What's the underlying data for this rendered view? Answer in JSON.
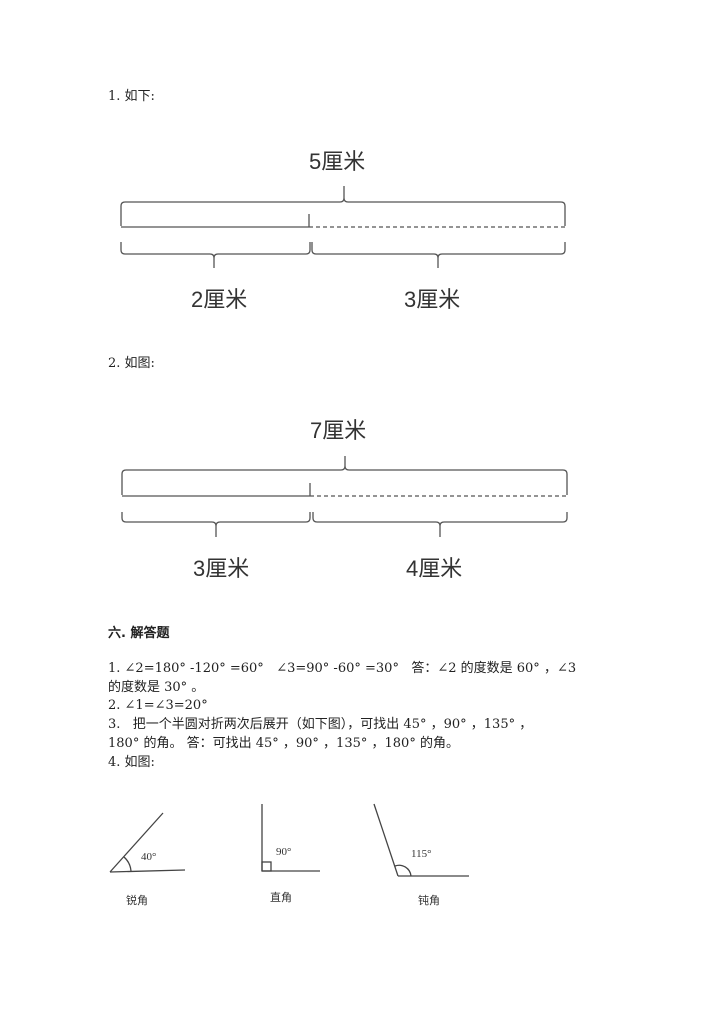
{
  "section5": {
    "item1": {
      "label": "1. 如下:",
      "total": "5厘米",
      "left": "2厘米",
      "right": "3厘米"
    },
    "item2": {
      "label": "2. 如图:",
      "total": "7厘米",
      "left": "3厘米",
      "right": "4厘米"
    }
  },
  "section6": {
    "heading": "六. 解答题",
    "lines": [
      "1. ∠2=180° -120° =60°   ∠3=90° -60° =30°   答：∠2 的度数是 60° ，∠3",
      "的度数是 30° 。",
      "2. ∠1=∠3=20°",
      "3.   把一个半圆对折两次后展开（如下图），可找出 45° ，90° ，135° ，",
      "180° 的角。 答：可找出 45° ，90° ，135° ，180° 的角。",
      "4. 如图:"
    ],
    "angles": [
      {
        "degree": "40°",
        "name": "锐角"
      },
      {
        "degree": "90°",
        "name": "直角"
      },
      {
        "degree": "115°",
        "name": "钝角"
      }
    ]
  }
}
